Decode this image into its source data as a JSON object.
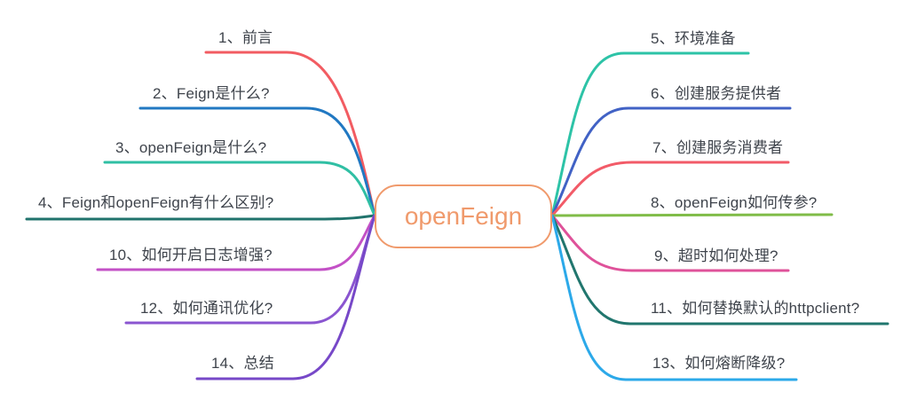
{
  "title": "openFeign",
  "theme": {
    "background": "#FFFFFF",
    "node_border": "#F09A6C",
    "node_text": "#F09A6C",
    "label_text": "#3F444C"
  },
  "branches": {
    "left": [
      {
        "label": "1、前言",
        "color": "#F25C62"
      },
      {
        "label": "2、Feign是什么?",
        "color": "#2178C2"
      },
      {
        "label": "3、openFeign是什么?",
        "color": "#30BFA4"
      },
      {
        "label": "4、Feign和openFeign有什么区别?",
        "color": "#20736C"
      },
      {
        "label": "10、如何开启日志增强?",
        "color": "#C351C6"
      },
      {
        "label": "12、如何通讯优化?",
        "color": "#8A55D0"
      },
      {
        "label": "14、总结",
        "color": "#7748C8"
      }
    ],
    "right": [
      {
        "label": "5、环境准备",
        "color": "#2DC3A7"
      },
      {
        "label": "6、创建服务提供者",
        "color": "#4162C5"
      },
      {
        "label": "7、创建服务消费者",
        "color": "#F25B68"
      },
      {
        "label": "8、openFeign如何传参?",
        "color": "#80BC48"
      },
      {
        "label": "9、超时如何处理?",
        "color": "#DF529A"
      },
      {
        "label": "11、如何替换默认的httpclient?",
        "color": "#21766E"
      },
      {
        "label": "13、如何熔断降级?",
        "color": "#2CA9E9"
      }
    ]
  }
}
